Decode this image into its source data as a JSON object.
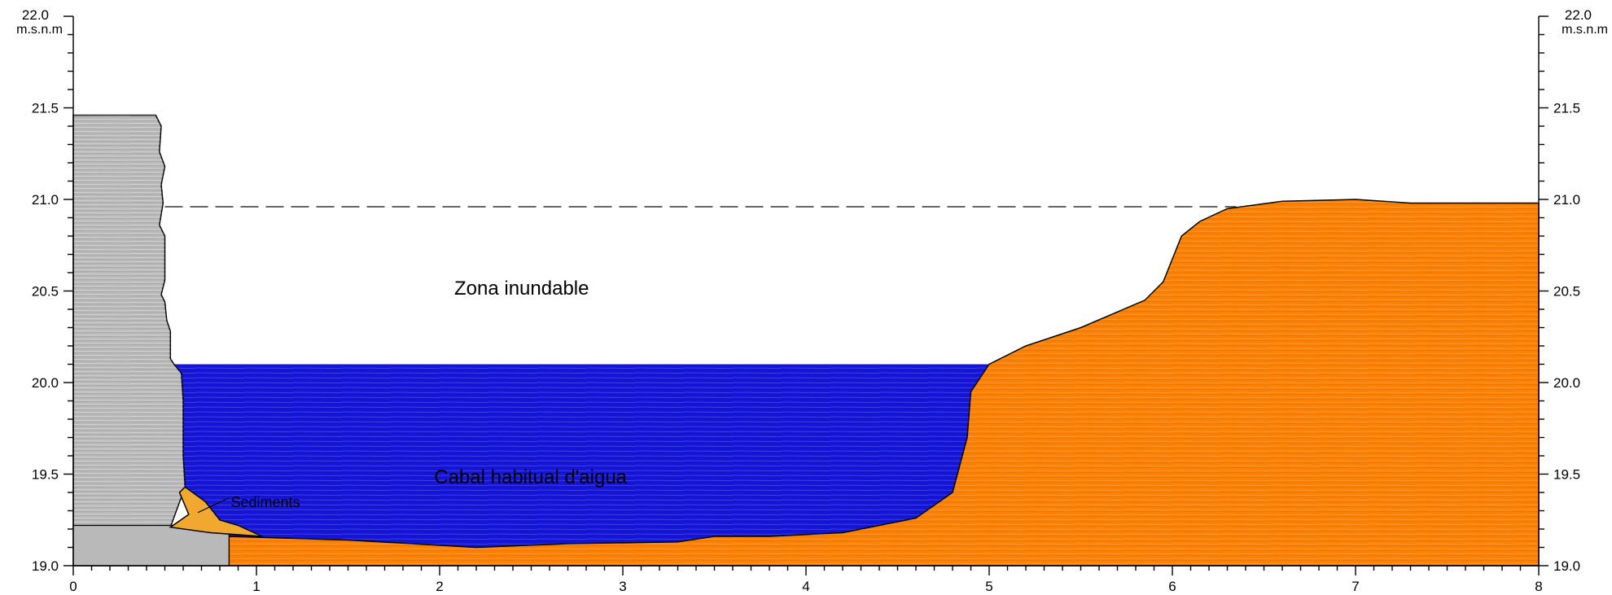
{
  "chart_data": {
    "type": "cross-section",
    "x_ticks": [
      "0",
      "1",
      "2",
      "3",
      "4",
      "5",
      "6",
      "7",
      "8"
    ],
    "y_ticks": [
      "19.0",
      "19.5",
      "20.0",
      "20.5",
      "21.0",
      "21.5",
      "22.0"
    ],
    "y_unit": "m.s.n.m",
    "xlim": [
      0,
      8
    ],
    "ylim": [
      19.0,
      22.0
    ],
    "flood_line_level": 20.96,
    "water_level": 20.1,
    "annotations": {
      "flood_zone": "Zona inundable",
      "water_channel": "Cabal habitual d'aigua",
      "sediments": "Sediments"
    },
    "colors": {
      "rock": "#b9b9b9",
      "water": "#1414dc",
      "soil": "#ff8000",
      "sediment": "#f0a830",
      "flood_line": "#333333"
    },
    "rock_wall_profile": [
      [
        0,
        21.46
      ],
      [
        0.45,
        21.46
      ],
      [
        0.48,
        21.4
      ],
      [
        0.47,
        21.26
      ],
      [
        0.5,
        21.18
      ],
      [
        0.48,
        21.08
      ],
      [
        0.49,
        20.98
      ],
      [
        0.47,
        20.86
      ],
      [
        0.5,
        20.8
      ],
      [
        0.5,
        20.66
      ],
      [
        0.5,
        20.56
      ],
      [
        0.48,
        20.48
      ],
      [
        0.5,
        20.44
      ],
      [
        0.51,
        20.34
      ],
      [
        0.53,
        20.28
      ],
      [
        0.53,
        20.13
      ],
      [
        0.55,
        20.1
      ]
    ],
    "rock_wall_lower": [
      [
        0.55,
        20.1
      ],
      [
        0.59,
        20.05
      ],
      [
        0.6,
        19.9
      ],
      [
        0.6,
        19.6
      ],
      [
        0.61,
        19.43
      ]
    ],
    "sediment_profile": [
      [
        0.61,
        19.43
      ],
      [
        0.58,
        19.4
      ],
      [
        0.63,
        19.28
      ],
      [
        0.53,
        19.21
      ],
      [
        0.75,
        19.18
      ],
      [
        1.03,
        19.16
      ],
      [
        0.9,
        19.22
      ],
      [
        0.8,
        19.25
      ],
      [
        0.72,
        19.35
      ]
    ],
    "bed_profile": [
      [
        0.85,
        19.16
      ],
      [
        1.5,
        19.14
      ],
      [
        2.2,
        19.1
      ],
      [
        2.7,
        19.12
      ],
      [
        3.3,
        19.13
      ],
      [
        3.5,
        19.16
      ],
      [
        3.8,
        19.16
      ],
      [
        4.2,
        19.18
      ],
      [
        4.6,
        19.26
      ],
      [
        4.8,
        19.4
      ],
      [
        4.88,
        19.7
      ],
      [
        4.9,
        19.95
      ],
      [
        5.0,
        20.1
      ]
    ],
    "bank_profile": [
      [
        5.0,
        20.1
      ],
      [
        5.2,
        20.2
      ],
      [
        5.5,
        20.3
      ],
      [
        5.85,
        20.45
      ],
      [
        5.95,
        20.55
      ],
      [
        6.05,
        20.8
      ],
      [
        6.15,
        20.88
      ],
      [
        6.3,
        20.95
      ],
      [
        6.6,
        20.99
      ],
      [
        7.0,
        21.0
      ],
      [
        7.3,
        20.98
      ],
      [
        7.6,
        20.98
      ],
      [
        8.0,
        20.98
      ]
    ]
  }
}
